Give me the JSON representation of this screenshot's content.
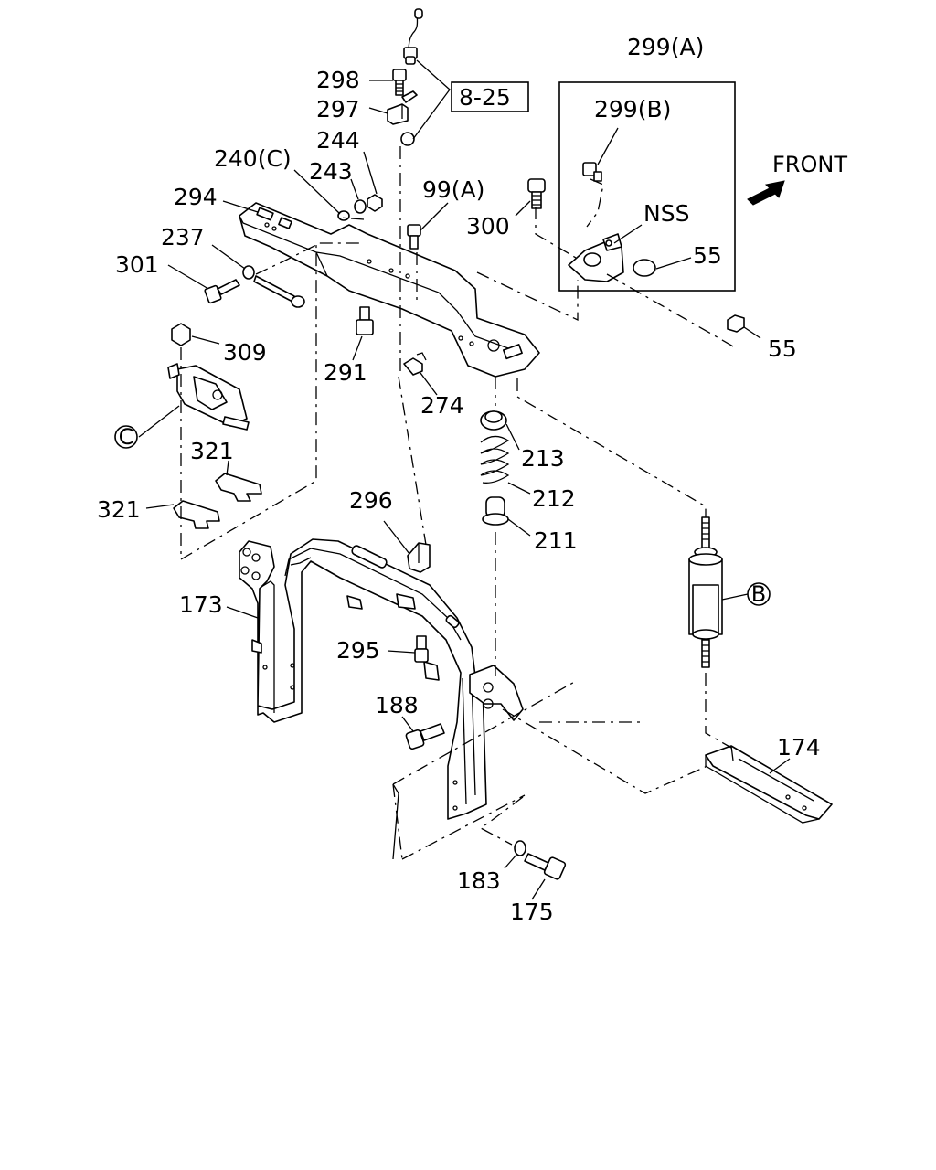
{
  "callouts": {
    "c298": "298",
    "c297": "297",
    "ref_8_25": "8-25",
    "c244": "244",
    "c243": "243",
    "c240c": "240(C)",
    "c294": "294",
    "c237": "237",
    "c301": "301",
    "c99a": "99(A)",
    "c300": "300",
    "c299a": "299(A)",
    "c299b": "299(B)",
    "nss": "NSS",
    "c55_upper": "55",
    "c55_lower": "55",
    "c309": "309",
    "c291": "291",
    "c274": "274",
    "c213": "213",
    "c212": "212",
    "c211": "211",
    "c321_upper": "321",
    "c321_lower": "321",
    "c296": "296",
    "c173": "173",
    "c295": "295",
    "c188": "188",
    "c174": "174",
    "c183": "183",
    "c175": "175"
  },
  "markers": {
    "b": "B",
    "c": "C"
  },
  "direction": {
    "front": "FRONT"
  }
}
